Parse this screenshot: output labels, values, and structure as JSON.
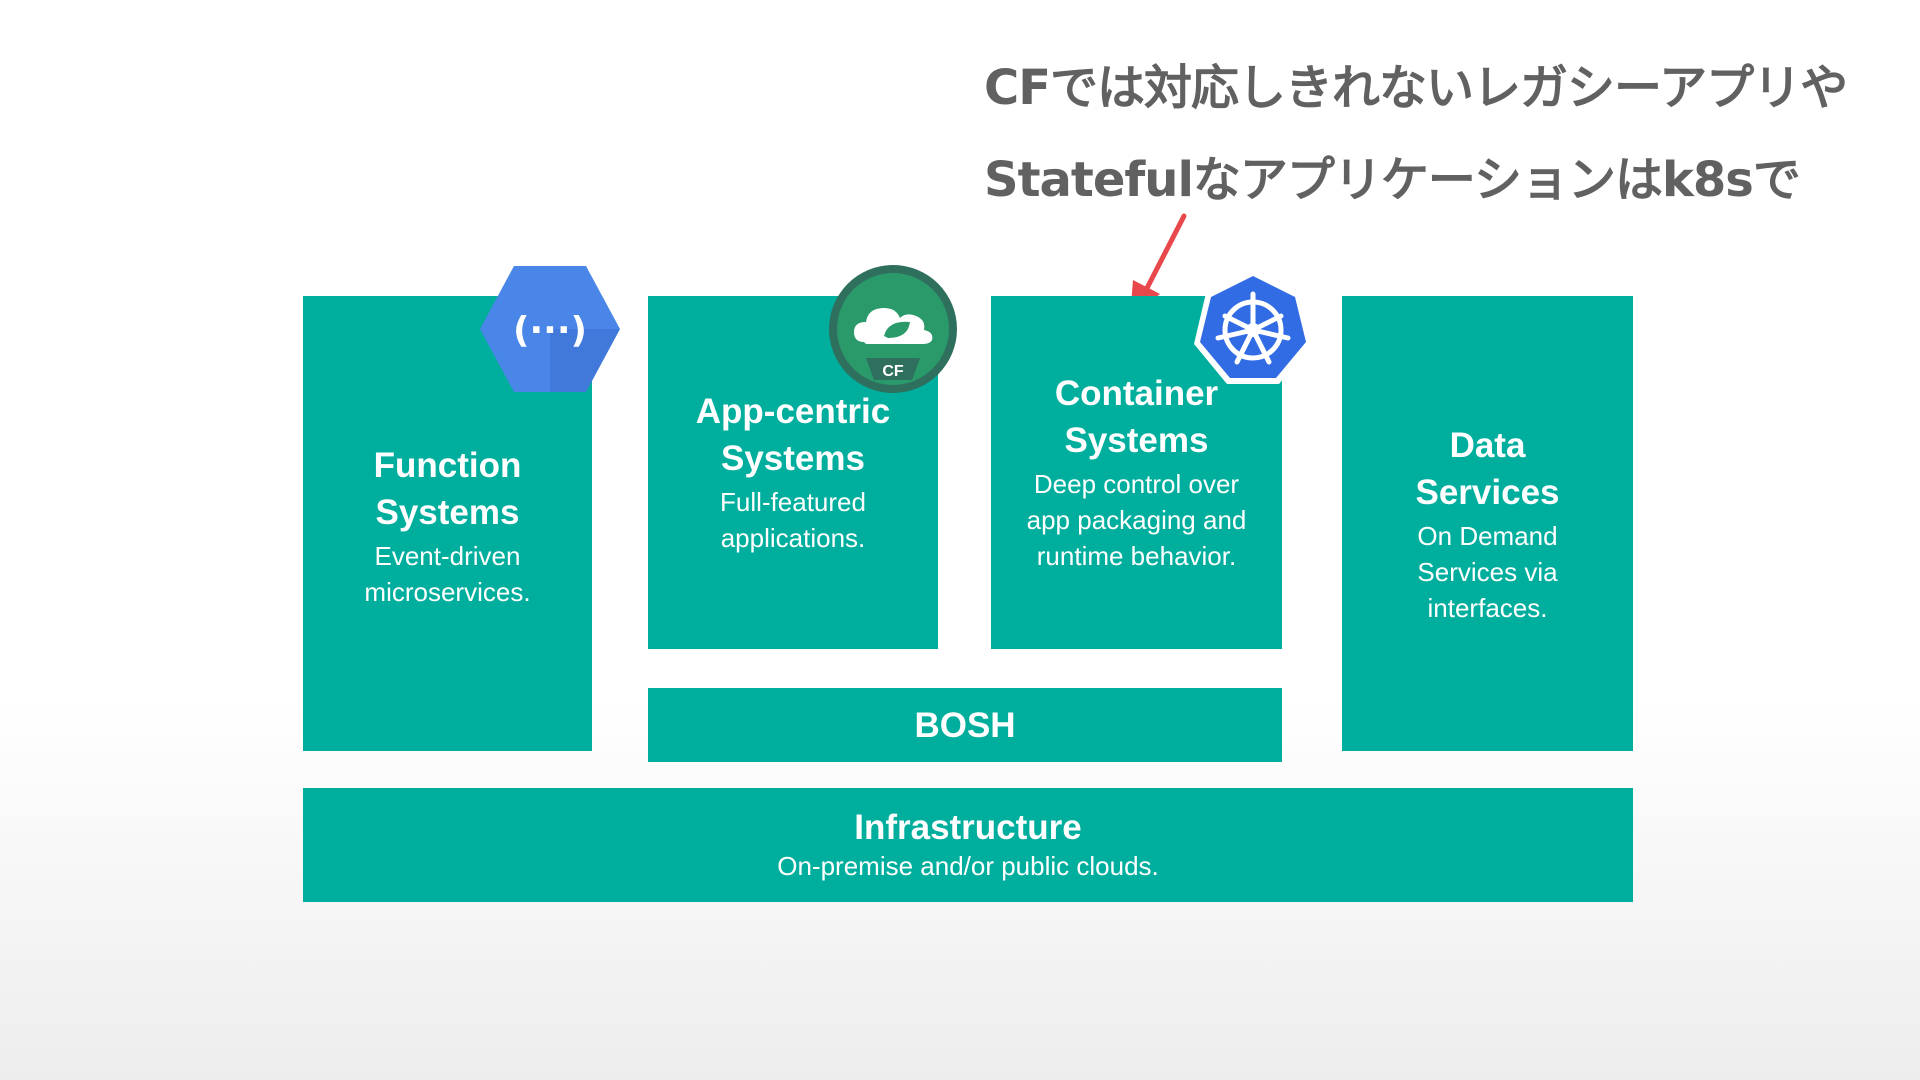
{
  "callout": {
    "line1": "CFでは対応しきれないレガシーアプリや",
    "line2": "Statefulなアプリケーションはk8sで"
  },
  "boxes": {
    "function": {
      "title_line1": "Function",
      "title_line2": "Systems",
      "desc_line1": "Event-driven",
      "desc_line2": "microservices."
    },
    "app": {
      "title_line1": "App-centric",
      "title_line2": "Systems",
      "desc_line1": "Full-featured",
      "desc_line2": "applications."
    },
    "container": {
      "title_line1": "Container",
      "title_line2": "Systems",
      "desc_line1": "Deep control over",
      "desc_line2": "app packaging and",
      "desc_line3": "runtime behavior."
    },
    "data": {
      "title_line1": "Data",
      "title_line2": "Services",
      "desc_line1": "On Demand",
      "desc_line2": "Services via",
      "desc_line3": "interfaces."
    },
    "bosh": {
      "title": "BOSH"
    },
    "infra": {
      "title": "Infrastructure",
      "desc": "On-premise and/or public clouds."
    }
  },
  "logos": {
    "functions_glyph": "(···)",
    "spring_badge": "CF"
  },
  "colors": {
    "box_teal": "#00ae9d",
    "callout_text": "#616161",
    "arrow": "#e8484b",
    "functions_blue": "#4a86e8",
    "k8s_blue": "#326ce5",
    "spring_green": "#2a9a6b"
  }
}
